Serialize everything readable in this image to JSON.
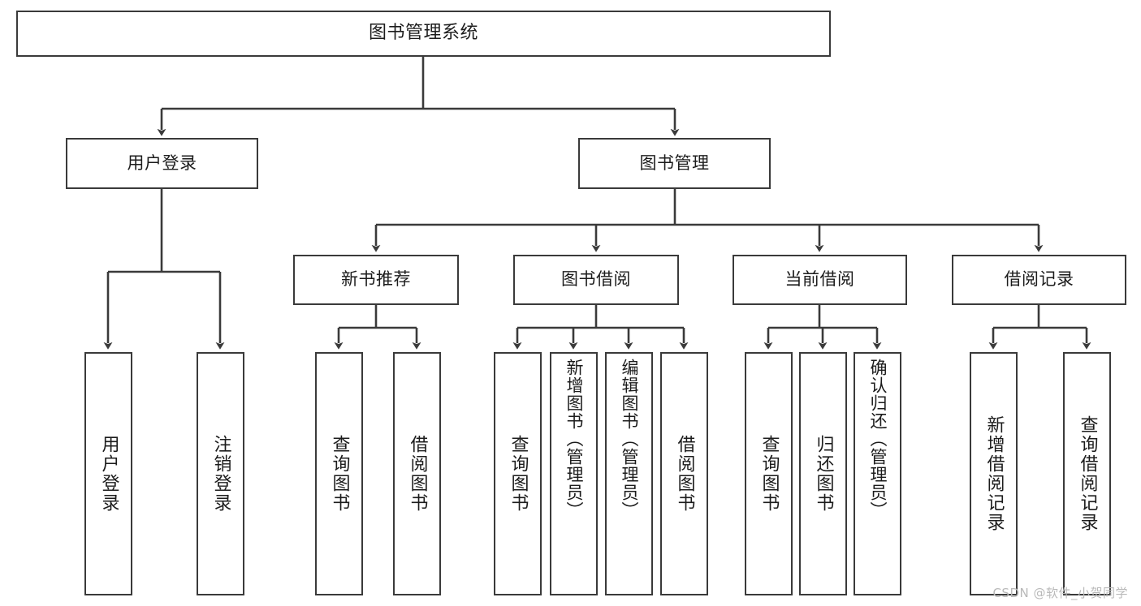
{
  "diagram": {
    "title": "图书管理系统",
    "type": "tree-hierarchy-chart",
    "watermark": "CSDN @软件_小贺同学",
    "colors": {
      "box_border": "#3a3a3a",
      "connector": "#3a3a3a",
      "text": "#1c1c1c",
      "background": "#ffffff",
      "watermark": "#b9b9b9"
    },
    "levels": {
      "level0": [
        {
          "id": "root",
          "label": "图书管理系统"
        }
      ],
      "level1": [
        {
          "id": "user-login",
          "label": "用户登录"
        },
        {
          "id": "book-manage",
          "label": "图书管理"
        }
      ],
      "level2": [
        {
          "id": "new-book-rec",
          "label": "新书推荐"
        },
        {
          "id": "book-borrow",
          "label": "图书借阅"
        },
        {
          "id": "current-borrow",
          "label": "当前借阅"
        },
        {
          "id": "borrow-record",
          "label": "借阅记录"
        }
      ],
      "level3": [
        {
          "id": "leaf-user-login",
          "label": "用户登录",
          "parent": "user-login"
        },
        {
          "id": "leaf-logout-login",
          "label": "注销登录",
          "parent": "user-login"
        },
        {
          "id": "leaf-query-book-1",
          "label": "查询图书",
          "parent": "new-book-rec"
        },
        {
          "id": "leaf-borrow-book-1",
          "label": "借阅图书",
          "parent": "new-book-rec"
        },
        {
          "id": "leaf-query-book-2",
          "label": "查询图书",
          "parent": "book-borrow"
        },
        {
          "id": "leaf-add-book",
          "label": "新增图书（管理员）",
          "parent": "book-borrow"
        },
        {
          "id": "leaf-edit-book",
          "label": "编辑图书（管理员）",
          "parent": "book-borrow"
        },
        {
          "id": "leaf-borrow-book-2",
          "label": "借阅图书",
          "parent": "book-borrow"
        },
        {
          "id": "leaf-query-book-3",
          "label": "查询图书",
          "parent": "current-borrow"
        },
        {
          "id": "leaf-return-book",
          "label": "归还图书",
          "parent": "current-borrow"
        },
        {
          "id": "leaf-confirm-return",
          "label": "确认归还（管理员）",
          "parent": "current-borrow"
        },
        {
          "id": "leaf-add-record",
          "label": "新增借阅记录",
          "parent": "borrow-record"
        },
        {
          "id": "leaf-query-record",
          "label": "查询借阅记录",
          "parent": "borrow-record"
        }
      ]
    }
  }
}
